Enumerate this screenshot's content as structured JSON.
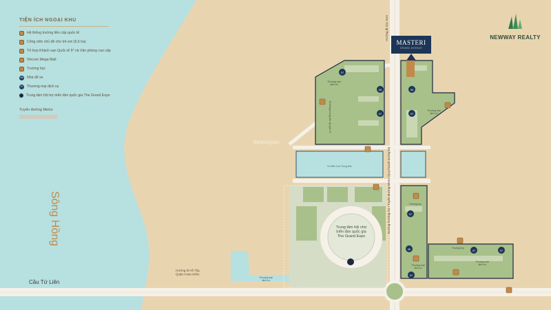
{
  "legend": {
    "title": "TIỆN ÍCH NGOẠI KHU",
    "items": [
      {
        "label": "Hệ thống trường liên cấp quốc tế",
        "kind": "brown",
        "icon": "school-complex-icon"
      },
      {
        "label": "Công viên chủ đề cho trẻ em (5,6 ha)",
        "kind": "brown",
        "icon": "park-icon"
      },
      {
        "label": "Tổ hợp Khách sạn Quốc tế 5* và Văn phòng cao cấp",
        "kind": "brown",
        "icon": "hotel-icon"
      },
      {
        "label": "Vincom Mega Mall",
        "kind": "brown",
        "icon": "mall-icon"
      },
      {
        "label": "Trường học",
        "kind": "brown",
        "icon": "school-icon"
      },
      {
        "label": "Nhà để xe",
        "kind": "navy",
        "code": "06",
        "icon": "parking-icon"
      },
      {
        "label": "Thương mại dịch vụ",
        "kind": "navy",
        "code": "07",
        "icon": "commerce-icon"
      },
      {
        "label": "Trung tâm hội trợ triển lãm quốc gia The Grand Expo",
        "kind": "dot",
        "icon": "expo-dot-icon"
      }
    ],
    "metro_label": "Tuyến đường Metro"
  },
  "brand": {
    "name": "NEWWAY REALTY",
    "color": "#2d4a3a"
  },
  "project": {
    "name": "MASTERI",
    "subtitle": "GRAND AVENUE"
  },
  "map_labels": {
    "river": "Sông Hồng",
    "bridge": "Cầu Tứ Liên",
    "north_road": "Hướng đi Sóc Sơn",
    "west_road": "Hướng đi Hồ Tây,\nQuận Hoàn Kiếm",
    "axis_road": "Đường Trường Sa • Tuyến đường Metro (Quy hoạch tương lai)",
    "expo": "Trung tâm hội chợ\ntriển lãm quốc gia\nThe Grand Expo",
    "lake": "Hồ điều hoà Trung tâm",
    "commerce_a": "Thương mại\ndịch vụ",
    "commerce_b": "Thương mại\ndịch vụ",
    "commerce_c": "Thương mại\ndịch vụ",
    "commerce_d": "Thương mại\ndịch vụ",
    "commerce_e": "Thương mại\ndịch vụ",
    "school_a": "Trường học",
    "school_b": "Trường học",
    "green_strip": "Hệ thống trường liên cấp quốc tế",
    "watermark": "Batdongsan"
  },
  "markers": [
    {
      "code": "07"
    },
    {
      "code": "06"
    },
    {
      "code": "07"
    },
    {
      "code": "06"
    },
    {
      "code": "07"
    },
    {
      "code": "07"
    },
    {
      "code": "06"
    },
    {
      "code": "07"
    },
    {
      "code": "07"
    },
    {
      "code": "07"
    }
  ],
  "colors": {
    "land": "#e8d5b0",
    "river": "#b7e0e0",
    "green": "#a8c08a",
    "green_dark": "#8faa6d",
    "road": "#f5f1e8",
    "navy": "#1d3557",
    "brown": "#c28a4a"
  }
}
